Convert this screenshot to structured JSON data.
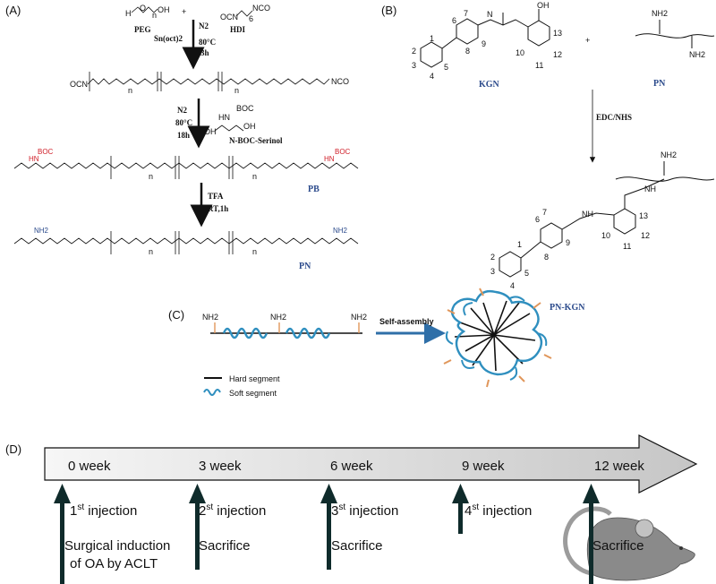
{
  "panels": {
    "a": "(A)",
    "b": "(B)",
    "c": "(C)",
    "d": "(D)"
  },
  "synthesis": {
    "peg": "PEG",
    "hdi": "HDI",
    "plus": "+",
    "cond1_gas": "N2",
    "cond1_cat": "Sn(oct)2",
    "cond1_temp": "80°C",
    "cond1_time": "3h",
    "cond2_gas": "N2",
    "cond2_temp": "80°C",
    "cond2_time": "18h",
    "reagent2": "N-BOC-Serinol",
    "cond3_reagent": "TFA",
    "cond3_time": "RT,1h",
    "product_pb": "PB",
    "product_pn": "PN",
    "boc": "BOC",
    "hn": "HN",
    "nh2": "NH2",
    "oh": "OH",
    "oh2": "OH",
    "ocn": "OCN",
    "nco": "NCO",
    "h": "H",
    "n": "n",
    "six": "6"
  },
  "conjugation": {
    "kgn": "KGN",
    "pn": "PN",
    "reagent": "EDC/NHS",
    "product": "PN-KGN",
    "plus": "+",
    "oh": "OH",
    "nh": "NH",
    "nh_h": "N",
    "nh2_top": "NH2",
    "nh2_bottom": "NH2",
    "atom_numbers": [
      "1",
      "2",
      "3",
      "4",
      "5",
      "6",
      "7",
      "8",
      "9",
      "10",
      "11",
      "12",
      "13"
    ]
  },
  "assembly": {
    "nh2": "NH2",
    "arrow_label": "Self-assembly",
    "legend_hard": "Hard segment",
    "legend_soft": "Soft segment",
    "colors": {
      "soft": "#2f8fbf",
      "amine": "#e0965a",
      "arrow": "#2f6fa8"
    }
  },
  "timeline": {
    "weeks": [
      "0 week",
      "3 week",
      "6 week",
      "9 week",
      "12 week"
    ],
    "injections": [
      {
        "num": "1",
        "sup": "st",
        "text": " injection"
      },
      {
        "num": "2",
        "sup": "st",
        "text": " injection"
      },
      {
        "num": "3",
        "sup": "st",
        "text": " injection"
      },
      {
        "num": "4",
        "sup": "st",
        "text": " injection"
      }
    ],
    "events": [
      {
        "line1": "Surgical induction",
        "line2": "of OA by ACLT"
      },
      {
        "line1": "Sacrifice"
      },
      {
        "line1": "Sacrifice"
      },
      {
        "line1": "Sacrifice"
      }
    ],
    "colors": {
      "arrow_fill_start": "#f4f4f4",
      "arrow_fill_end": "#c9c9c9",
      "marker": "#0f2b2b",
      "rat": "#8a8a8a"
    }
  }
}
